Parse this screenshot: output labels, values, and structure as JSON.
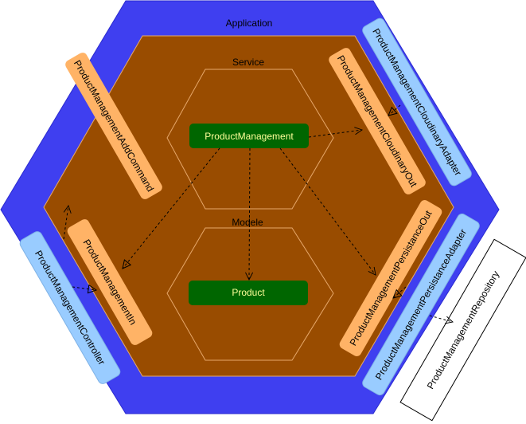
{
  "diagram": {
    "application": {
      "label": "Application"
    },
    "domain_ring": {},
    "service": {
      "label": "Service",
      "node": "ProductManagement"
    },
    "modele": {
      "label": "Modele",
      "node": "Product"
    },
    "ports": {
      "add_command": "ProductManagementAddCommand",
      "cloudinary_out": "ProductManagementCloudinaryOut",
      "management_in": "ProductManagementIn",
      "persistance_out": "ProductManagementPersistanceOut"
    },
    "adapters": {
      "cloudinary_adapter": "ProductManagementCloudinaryAdapter",
      "controller": "ProductManagementController",
      "persistance_adapter": "ProductManagementPersistanceAdapter"
    },
    "external": {
      "repository": "ProductManagementRepository"
    }
  },
  "colors": {
    "application_fill": "#3f3ff0",
    "domain_fill": "#994c00",
    "domain_stroke": "#e6a86a",
    "inner_hex_stroke": "#e6a86a",
    "port_fill": "#ffb366",
    "adapter_fill": "#99ccff",
    "node_fill": "#006600",
    "node_text": "#ffff99"
  }
}
